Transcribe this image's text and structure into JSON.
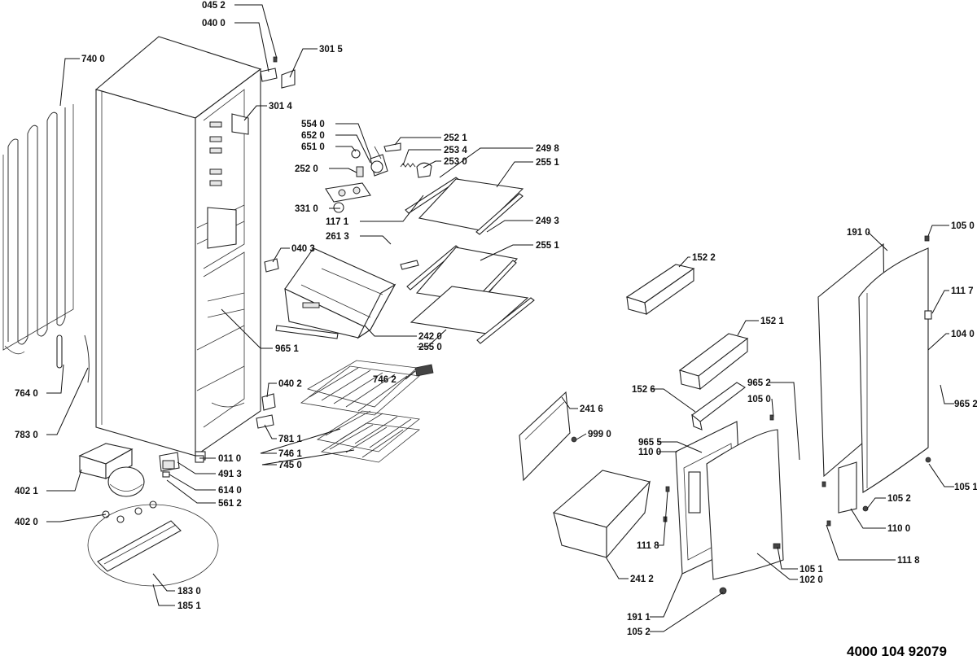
{
  "document_number": "4000 104 92079",
  "labels": {
    "p045_2": "045 2",
    "p040_0": "040 0",
    "p301_5": "301 5",
    "p740_0": "740 0",
    "p301_4": "301 4",
    "p554_0": "554 0",
    "p652_0": "652 0",
    "p651_0": "651 0",
    "p252_1": "252 1",
    "p253_4": "253 4",
    "p253_0": "253 0",
    "p249_8": "249 8",
    "p255_1a": "255 1",
    "p252_0": "252 0",
    "p331_0": "331 0",
    "p117_1": "117 1",
    "p249_3": "249 3",
    "p261_3": "261 3",
    "p040_3": "040 3",
    "p255_1b": "255 1",
    "p242_0": "242 0",
    "p255_0": "255 0",
    "p965_1": "965 1",
    "p746_2": "746 2",
    "p764_0": "764 0",
    "p040_2": "040 2",
    "p783_0": "783 0",
    "p781_1": "781 1",
    "p746_1": "746 1",
    "p745_0": "745 0",
    "p011_0": "011 0",
    "p491_3": "491 3",
    "p402_1": "402 1",
    "p614_0": "614 0",
    "p561_2": "561 2",
    "p402_0": "402 0",
    "p183_0": "183 0",
    "p185_1": "185 1",
    "p152_2": "152 2",
    "p152_1": "152 1",
    "p152_6": "152 6",
    "p241_6": "241 6",
    "p999_0": "999 0",
    "p965_5": "965 5",
    "p110_0a": "110 0",
    "p111_8a": "111 8",
    "p241_2": "241 2",
    "p191_1": "191 1",
    "p105_2a": "105 2",
    "p102_0": "102 0",
    "p105_1a": "105 1",
    "p965_2a": "965 2",
    "p105_0a": "105 0",
    "p191_0": "191 0",
    "p105_0b": "105 0",
    "p111_7": "111 7",
    "p104_0": "104 0",
    "p965_2b": "965 2",
    "p105_1b": "105 1",
    "p105_2b": "105 2",
    "p110_0b": "110 0",
    "p111_8b": "111 8"
  }
}
